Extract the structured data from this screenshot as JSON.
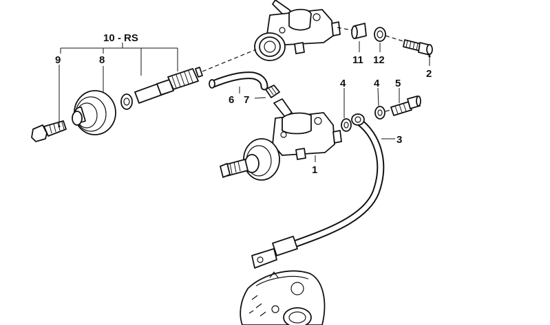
{
  "labels": {
    "kit": "10 - RS",
    "p1": "1",
    "p2": "2",
    "p3": "3",
    "p4a": "4",
    "p4b": "4",
    "p5": "5",
    "p6": "6",
    "p7": "7",
    "p8": "8",
    "p9": "9",
    "p11": "11",
    "p12": "12"
  }
}
